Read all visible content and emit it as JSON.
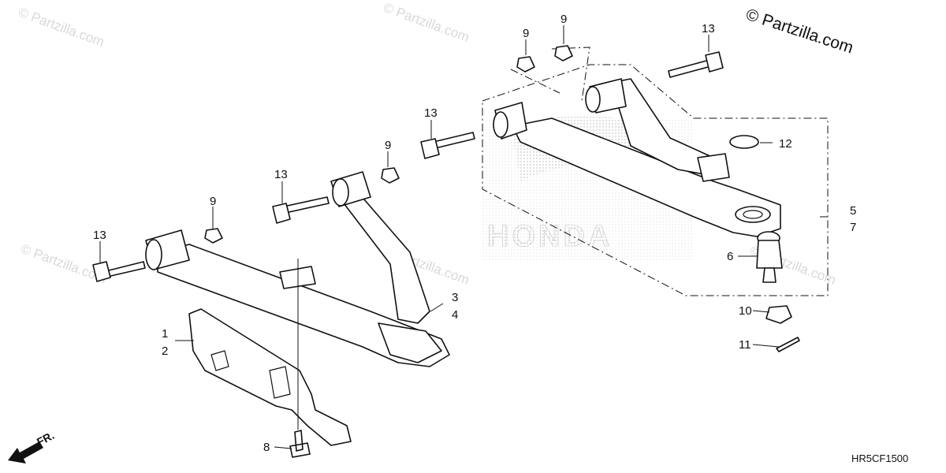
{
  "copyright": "© Partzilla.com",
  "watermark_text": "© Partzilla.com",
  "diagram_code": "HR5CF1500",
  "direction_label": "FR.",
  "logo_text": "HONDA",
  "callouts": {
    "c1": "1",
    "c2": "2",
    "c3": "3",
    "c4": "4",
    "c5": "5",
    "c7": "7",
    "c6": "6",
    "c8": "8",
    "c10": "10",
    "c11": "11",
    "c12": "12",
    "c9a": "9",
    "c9b": "9",
    "c9c": "9",
    "c9d": "9",
    "c13a": "13",
    "c13b": "13",
    "c13c": "13",
    "c13d": "13"
  },
  "colors": {
    "line": "#111111",
    "watermark": "#d9d9d9",
    "logo_stipple": "#b5b5b5"
  }
}
